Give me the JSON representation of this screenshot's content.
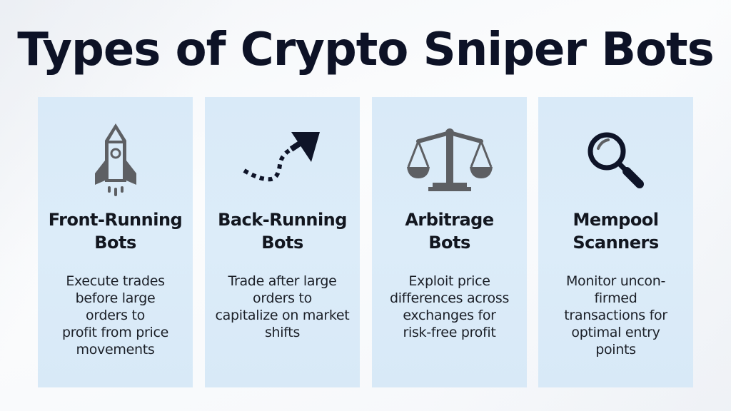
{
  "title": "Types of Crypto Sniper Bots",
  "colors": {
    "title": "#0d1226",
    "card_bg": "#dbebf8",
    "icon_gray": "#5d5f63",
    "icon_dark": "#0e1428"
  },
  "cards": [
    {
      "icon": "rocket-icon",
      "heading_lines": [
        "Front-Running",
        "Bots"
      ],
      "desc_lines": [
        "Execute trades",
        "before large",
        "orders to",
        "profit from price",
        "movements"
      ]
    },
    {
      "icon": "dotted-arrow-icon",
      "heading_lines": [
        "Back-Running",
        "Bots"
      ],
      "desc_lines": [
        "Trade after large",
        "orders to",
        "capitalize on market",
        "shifts"
      ]
    },
    {
      "icon": "balance-scale-icon",
      "heading_lines": [
        "Arbitrage",
        "Bots"
      ],
      "desc_lines": [
        "Exploit price",
        "differences across",
        "exchanges for",
        "risk-free profit"
      ]
    },
    {
      "icon": "magnifying-glass-icon",
      "heading_lines": [
        "Mempool",
        "Scanners"
      ],
      "desc_lines": [
        "Monitor uncon-",
        "firmed",
        "transactions for",
        "optimal entry",
        "points"
      ]
    }
  ]
}
